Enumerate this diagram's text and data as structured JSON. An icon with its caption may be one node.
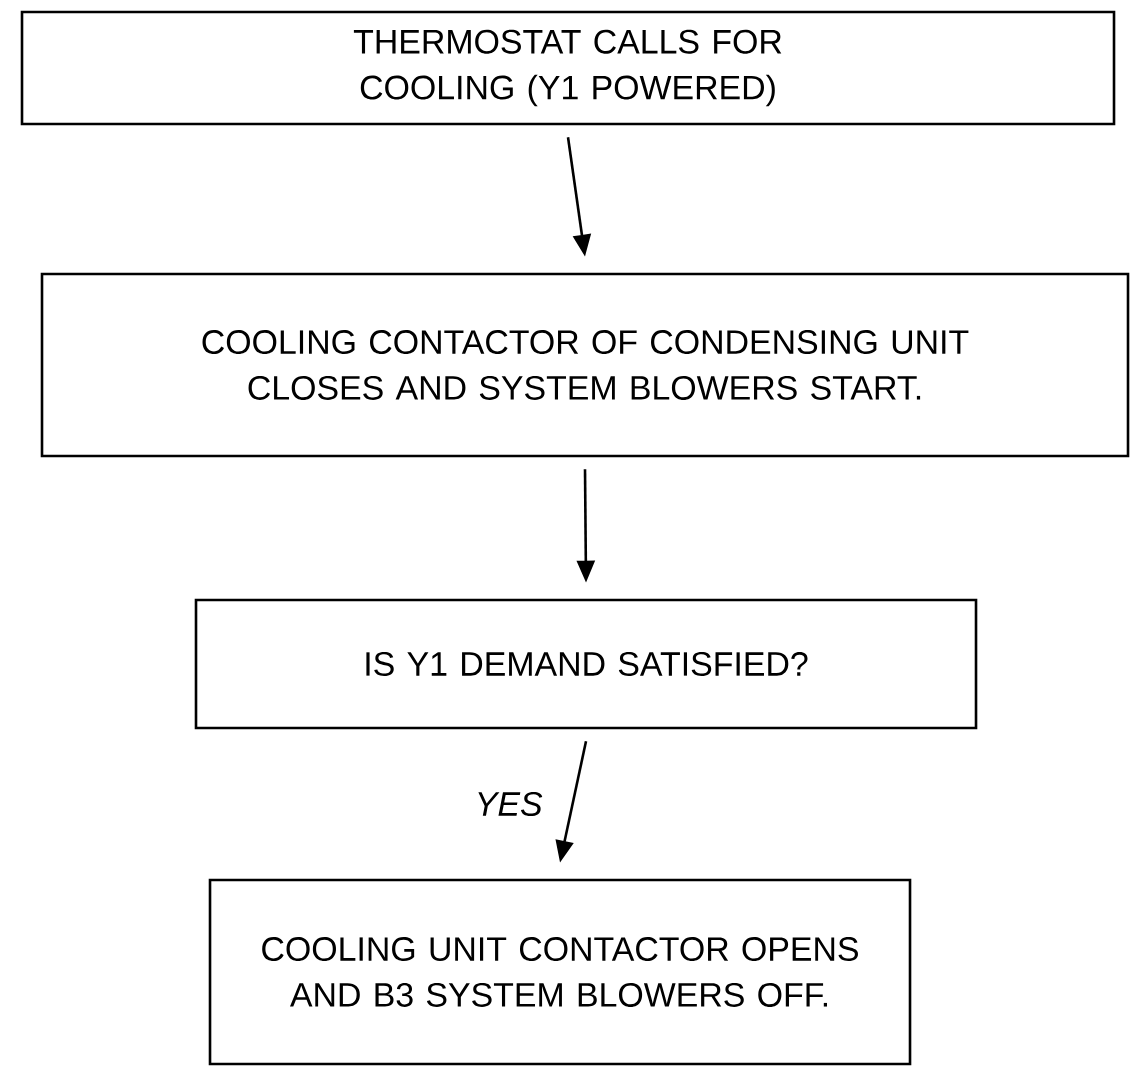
{
  "diagram": {
    "nodes": [
      {
        "text": [
          "THERMOSTAT CALLS FOR COOLING (Y1 POWERED)"
        ]
      },
      {
        "text": [
          "COOLING CONTACTOR OF CONDENSING UNIT CLOSES AND SYSTEM BLOWERS START."
        ]
      },
      {
        "text": [
          "IS Y1 DEMAND SATISFIED?"
        ]
      },
      {
        "text": [
          "COOLING UNIT CONTACTOR OPENS AND B3 SYSTEM BLOWERS OFF."
        ]
      }
    ],
    "edges": [
      {
        "from": 0,
        "to": 1,
        "arrow": "to"
      },
      {
        "from": 1,
        "to": 2,
        "arrow": "to"
      },
      {
        "from": 2,
        "to": 3,
        "arrow": "to",
        "label": "YES"
      }
    ]
  }
}
